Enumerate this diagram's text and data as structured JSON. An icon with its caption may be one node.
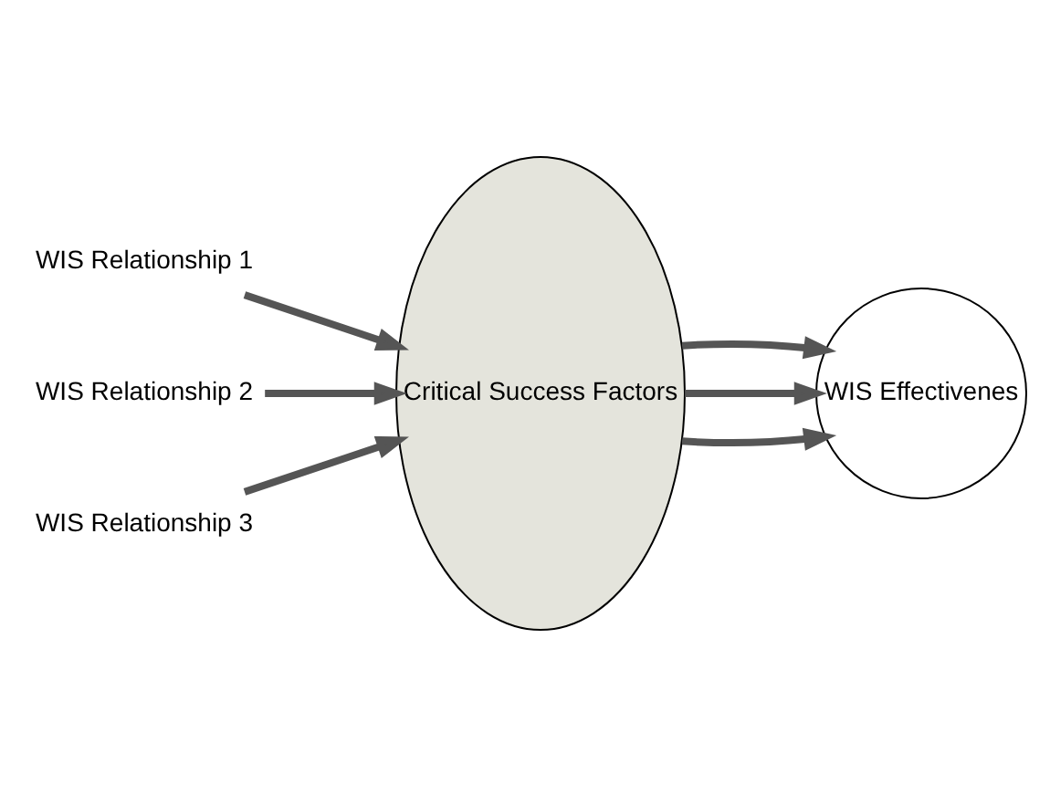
{
  "diagram": {
    "nodes": [
      {
        "text": [
          "WIS Relationship 1"
        ]
      },
      {
        "text": [
          "WIS Relationship 2"
        ]
      },
      {
        "text": [
          "WIS Relationship 3"
        ]
      },
      {
        "text": [
          "Critical Success Factors"
        ]
      },
      {
        "text": [
          "WIS Effectivenes"
        ]
      }
    ],
    "edges": [
      {
        "from": 0,
        "to": 3,
        "arrow": "to"
      },
      {
        "from": 1,
        "to": 3,
        "arrow": "to"
      },
      {
        "from": 2,
        "to": 3,
        "arrow": "to"
      },
      {
        "from": 3,
        "to": 4,
        "arrow": "to"
      },
      {
        "from": 3,
        "to": 4,
        "arrow": "to"
      },
      {
        "from": 3,
        "to": 4,
        "arrow": "to"
      }
    ]
  }
}
